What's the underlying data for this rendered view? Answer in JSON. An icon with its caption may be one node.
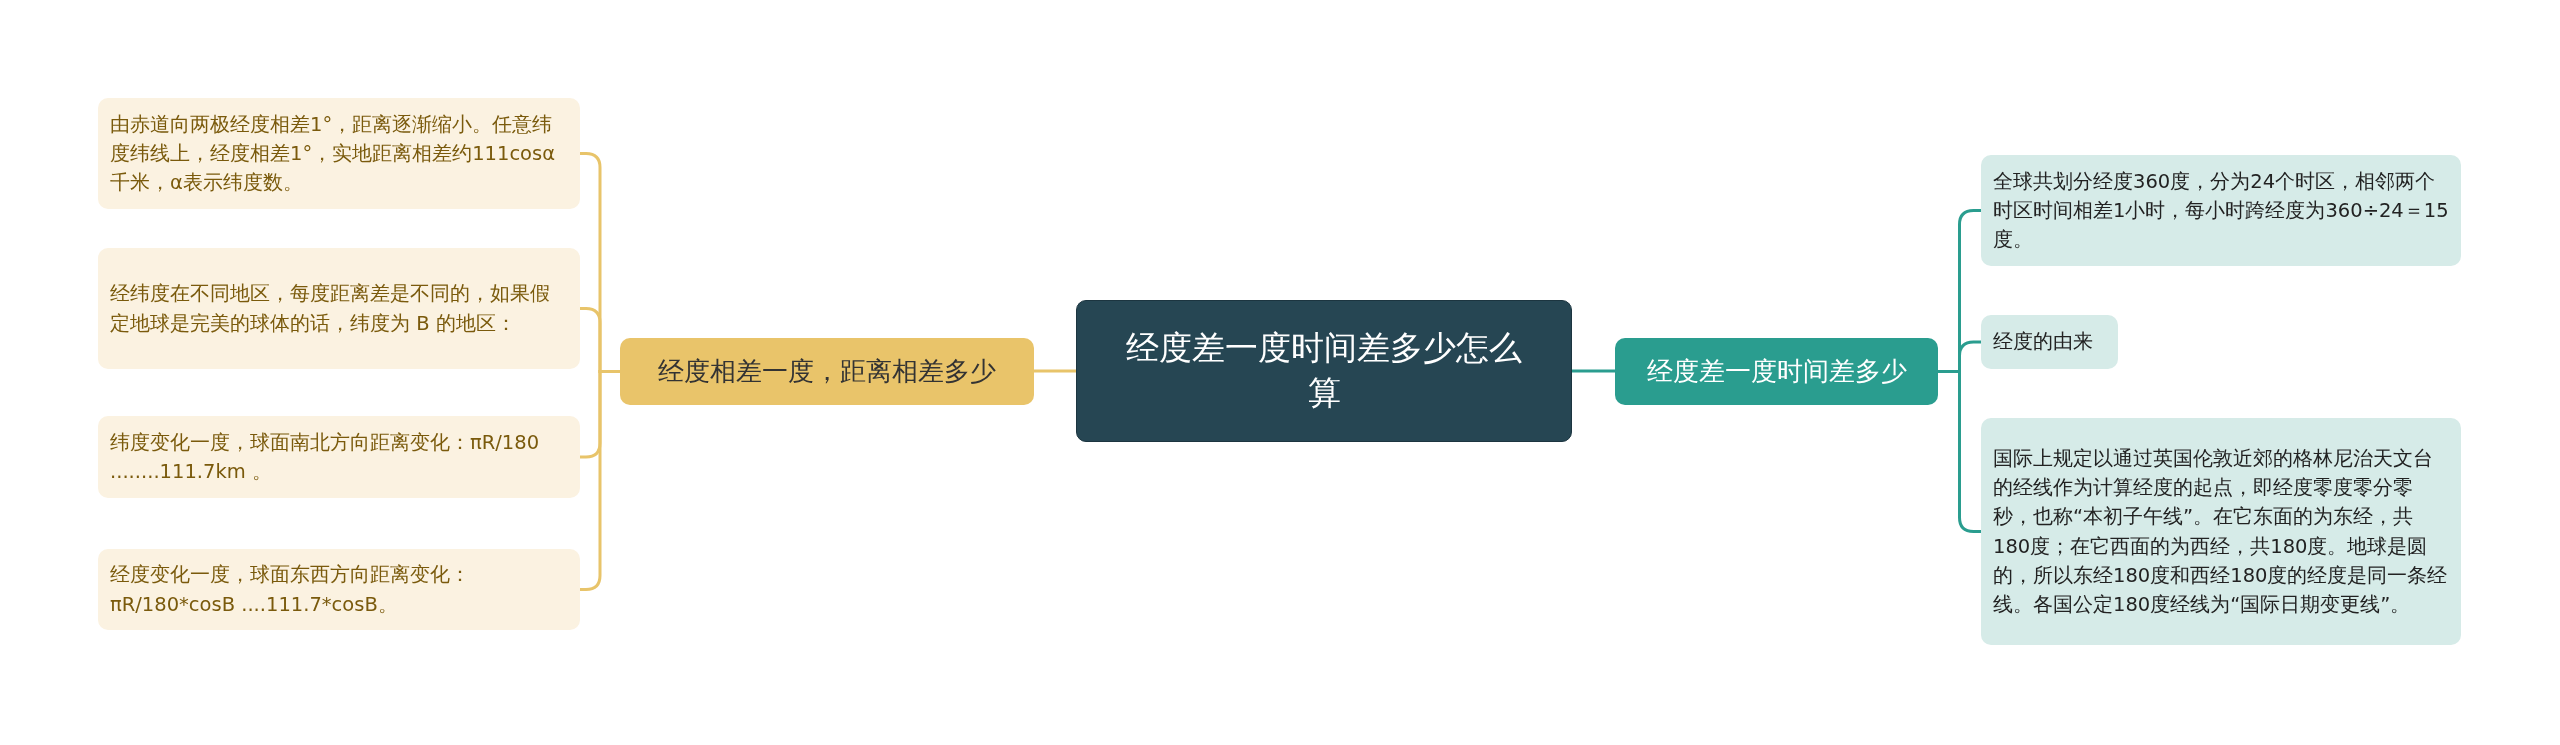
{
  "diagram": {
    "nodes": [
      {
        "text": [
          "经度差一度时间差多少怎么算"
        ]
      },
      {
        "text": [
          "经度相差一度，距离相差多少"
        ]
      },
      {
        "text": [
          "由赤道向两极经度相差1°，距离逐渐缩小。任意纬度纬线上，经度相差1°，实地距离相差约111cosα千米，α表示纬度数。"
        ]
      },
      {
        "text": [
          "经纬度在不同地区，每度距离差是不同的，如果假定地球是完美的球体的话，纬度为 B 的地区："
        ]
      },
      {
        "text": [
          "纬度变化一度，球面南北方向距离变化：πR/180 ........111.7km 。"
        ]
      },
      {
        "text": [
          "经度变化一度，球面东西方向距离变化：πR/180*cosB ....111.7*cosB。"
        ]
      },
      {
        "text": [
          "经度差一度时间差多少"
        ]
      },
      {
        "text": [
          "全球共划分经度360度，分为24个时区，相邻两个时区时间相差1小时，每小时跨经度为360÷24＝15度。"
        ]
      },
      {
        "text": [
          "经度的由来"
        ]
      },
      {
        "text": [
          "国际上规定以通过英国伦敦近郊的格林尼治天文台的经线作为计算经度的起点，即经度零度零分零秒，也称“本初子午线”。在它东面的为东经，共180度；在它西面的为西经，共180度。地球是圆的，所以东经180度和西经180度的经度是同一条经线。各国公定180度经线为“国际日期变更线”。"
        ]
      }
    ],
    "edges": [
      {
        "from": 0,
        "to": 1,
        "arrow": "none",
        "color": "#e8c46a"
      },
      {
        "from": 1,
        "to": 2,
        "arrow": "none",
        "color": "#e8c46a"
      },
      {
        "from": 1,
        "to": 3,
        "arrow": "none",
        "color": "#e8c46a"
      },
      {
        "from": 1,
        "to": 4,
        "arrow": "none",
        "color": "#e8c46a"
      },
      {
        "from": 1,
        "to": 5,
        "arrow": "none",
        "color": "#e8c46a"
      },
      {
        "from": 0,
        "to": 6,
        "arrow": "none",
        "color": "#2a9d8f"
      },
      {
        "from": 6,
        "to": 7,
        "arrow": "none",
        "color": "#2a9d8f"
      },
      {
        "from": 6,
        "to": 8,
        "arrow": "none",
        "color": "#2a9d8f"
      },
      {
        "from": 6,
        "to": 9,
        "arrow": "none",
        "color": "#2a9d8f"
      }
    ]
  }
}
